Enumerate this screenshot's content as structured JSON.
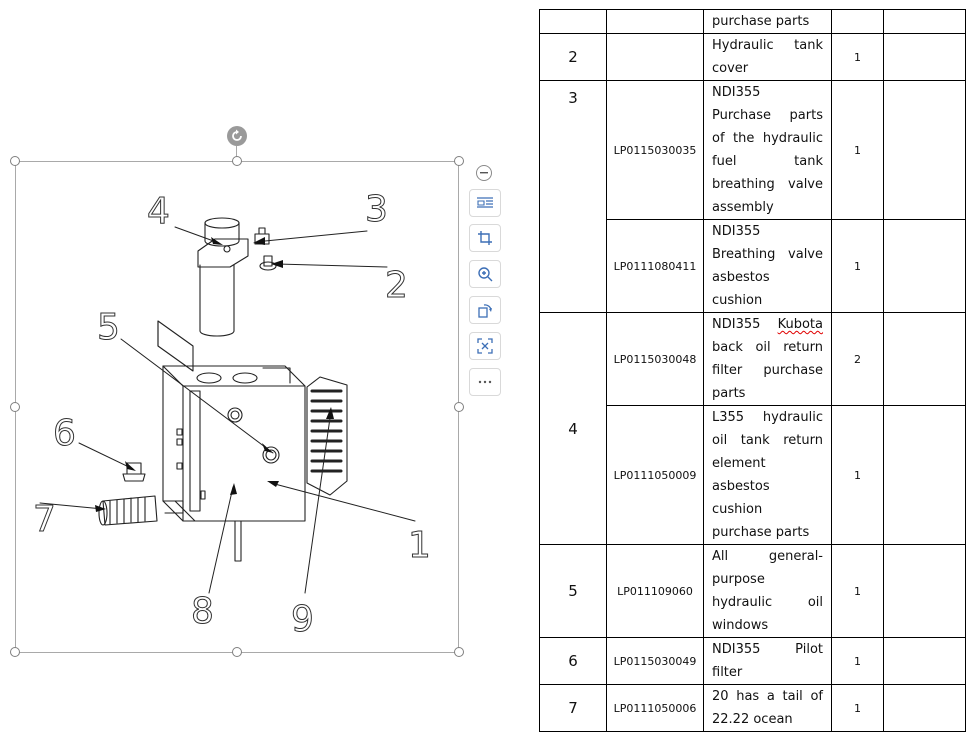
{
  "drawing": {
    "callouts": [
      "1",
      "2",
      "3",
      "4",
      "5",
      "6",
      "7",
      "8",
      "9"
    ]
  },
  "toolbar": {
    "items": [
      "collapse-icon",
      "wrap-text-icon",
      "crop-icon",
      "zoom-in-icon",
      "rotate-icon",
      "replace-image-icon",
      "more-icon"
    ]
  },
  "table": {
    "rows": [
      {
        "no": "",
        "code": "",
        "name_parts": [
          "purchase parts"
        ],
        "qty": ""
      },
      {
        "no": "2",
        "code": "",
        "name_parts": [
          "Hydraulic tank cover"
        ],
        "qty": "1"
      },
      {
        "no": "3",
        "code": "LP0115030035",
        "name_parts": [
          "NDI355 Purchase parts of the hydraulic fuel tank breathing valve assembly"
        ],
        "qty": "1"
      },
      {
        "no": "",
        "code": "LP0111080411",
        "name_parts": [
          "NDI355 Breathing valve asbestos cushion"
        ],
        "qty": "1"
      },
      {
        "no": "4",
        "code": "LP0115030048",
        "name_parts": [
          "NDI355 ",
          "Kubota",
          " back oil return filter purchase parts"
        ],
        "qty": "2"
      },
      {
        "no": "",
        "code": "LP0111050009",
        "name_parts": [
          "L355 hydraulic oil tank return element asbestos cushion purchase parts"
        ],
        "qty": "1"
      },
      {
        "no": "5",
        "code": "LP011109060",
        "name_parts": [
          "All general-purpose hydraulic oil windows"
        ],
        "qty": "1"
      },
      {
        "no": "6",
        "code": "LP0115030049",
        "name_parts": [
          "NDI355 Pilot filter"
        ],
        "qty": "1"
      },
      {
        "no": "7",
        "code": "LP0111050006",
        "name_parts": [
          "20 has a tail of 22.22 ocean"
        ],
        "qty": "1"
      }
    ]
  }
}
